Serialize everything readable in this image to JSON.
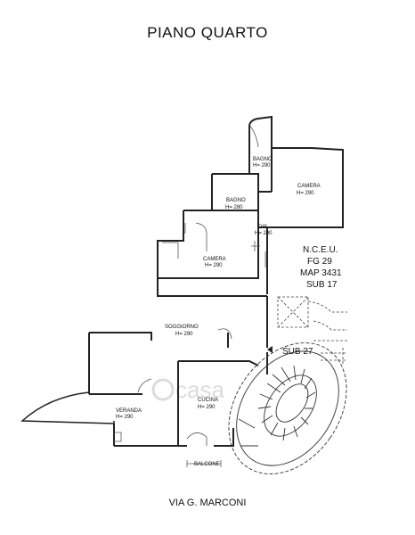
{
  "title": "PIANO QUARTO",
  "street": "VIA G. MARCONI",
  "cadastral": {
    "line1": "N.C.E.U.",
    "line2": "FG 29",
    "line3": "MAP 3431",
    "line4": "SUB 17",
    "sub2": "SUB 27"
  },
  "rooms": {
    "bagno_top": {
      "name": "BAGNO",
      "height": "H= 290"
    },
    "camera_right": {
      "name": "CAMERA",
      "height": "H= 290"
    },
    "bagno_mid": {
      "name": "BAGNO",
      "height": "H= 280"
    },
    "dis": {
      "name": "DIS.",
      "height": "H= 290"
    },
    "camera_left": {
      "name": "CAMERA",
      "height": "H= 290"
    },
    "soggiorno": {
      "name": "SOGGIORNO",
      "height": "H= 290"
    },
    "cucina": {
      "name": "CUCINA",
      "height": "H= 290"
    },
    "veranda": {
      "name": "VERANDA",
      "height": "H= 290"
    },
    "balcone": {
      "name": "BALCONE"
    }
  },
  "watermark": "casa",
  "colors": {
    "line": "#222222",
    "thin": "#555555",
    "watermark": "#d9d9d9"
  }
}
